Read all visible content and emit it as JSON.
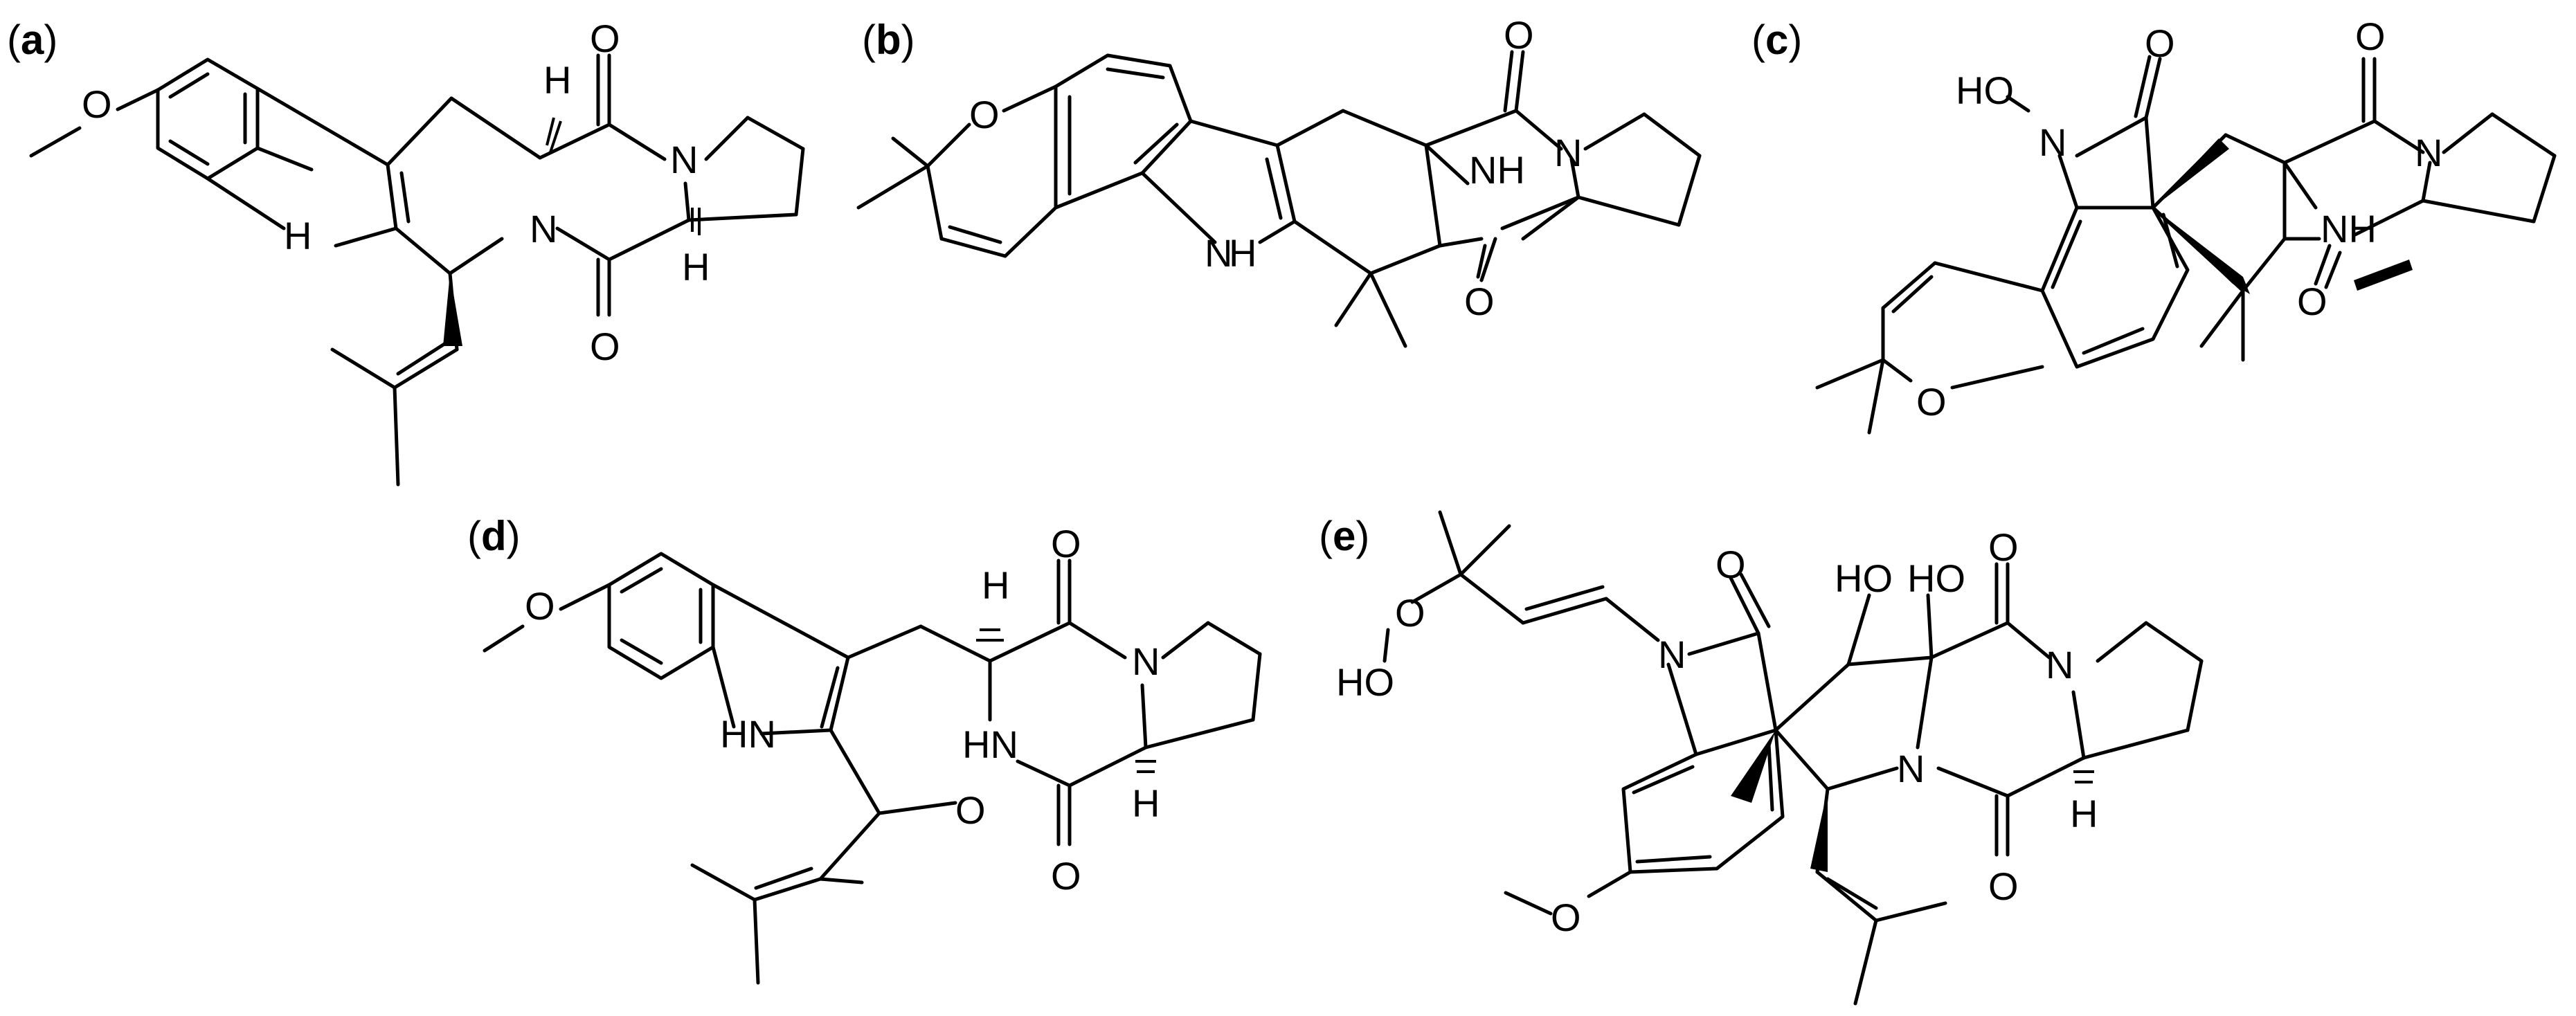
{
  "panels": [
    {
      "id": "a",
      "open": "(",
      "letter": "a",
      "close": ")",
      "atoms": [
        "O",
        "H",
        "O",
        "N",
        "N",
        "H",
        "O",
        "H"
      ]
    },
    {
      "id": "b",
      "open": "(",
      "letter": "b",
      "close": ")",
      "atoms": [
        "O",
        "O",
        "NH",
        "N",
        "N",
        "H",
        "O"
      ]
    },
    {
      "id": "c",
      "open": "(",
      "letter": "c",
      "close": ")",
      "atoms": [
        "HO",
        "N",
        "O",
        "O",
        "NH",
        "N",
        "O",
        "O"
      ]
    },
    {
      "id": "d",
      "open": "(",
      "letter": "d",
      "close": ")",
      "atoms": [
        "O",
        "H",
        "O",
        "N",
        "HN",
        "HN",
        "O",
        "O",
        "H"
      ]
    },
    {
      "id": "e",
      "open": "(",
      "letter": "e",
      "close": ")",
      "atoms": [
        "O",
        "HO",
        "O",
        "HO",
        "HO",
        "O",
        "N",
        "N",
        "N",
        "O",
        "H",
        "O"
      ]
    }
  ]
}
